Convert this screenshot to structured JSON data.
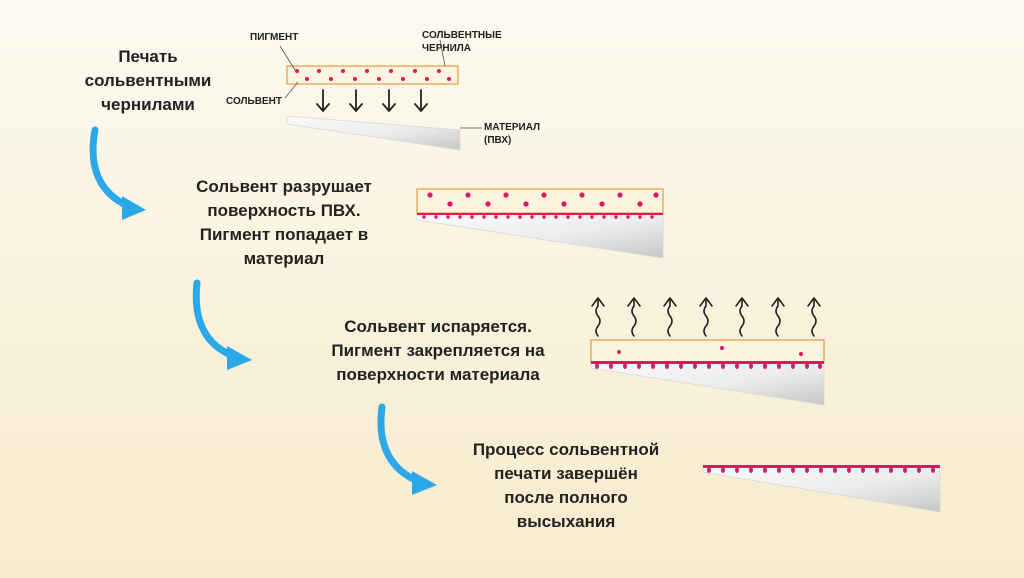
{
  "steps": [
    {
      "lines": [
        "Печать",
        "сольвентными",
        "чернилами"
      ]
    },
    {
      "lines": [
        "Сольвент разрушает",
        "поверхность ПВХ.",
        "Пигмент попадает в",
        "материал"
      ]
    },
    {
      "lines": [
        "Сольвент испаряется.",
        "Пигмент закрепляется на",
        "поверхности материала"
      ]
    },
    {
      "lines": [
        "Процесс сольвентной",
        "печати завершён",
        "после полного",
        "высыхания"
      ]
    }
  ],
  "labels": {
    "pigment": "ПИГМЕНТ",
    "solvent_ink_1": "СОЛЬВЕНТНЫЕ",
    "solvent_ink_2": "ЧЕРНИЛА",
    "solvent": "СОЛЬВЕНТ",
    "material_1": "МАТЕРИАЛ",
    "material_2": "(ПВХ)"
  },
  "colors": {
    "arrow_blue": "#2aa8e8",
    "pigment_pink": "#e2165f",
    "ink_fill": "#fbf4de",
    "ink_border": "#e7a24c",
    "material_light": "#f6f6f6",
    "material_dark": "#c9c9c9"
  }
}
